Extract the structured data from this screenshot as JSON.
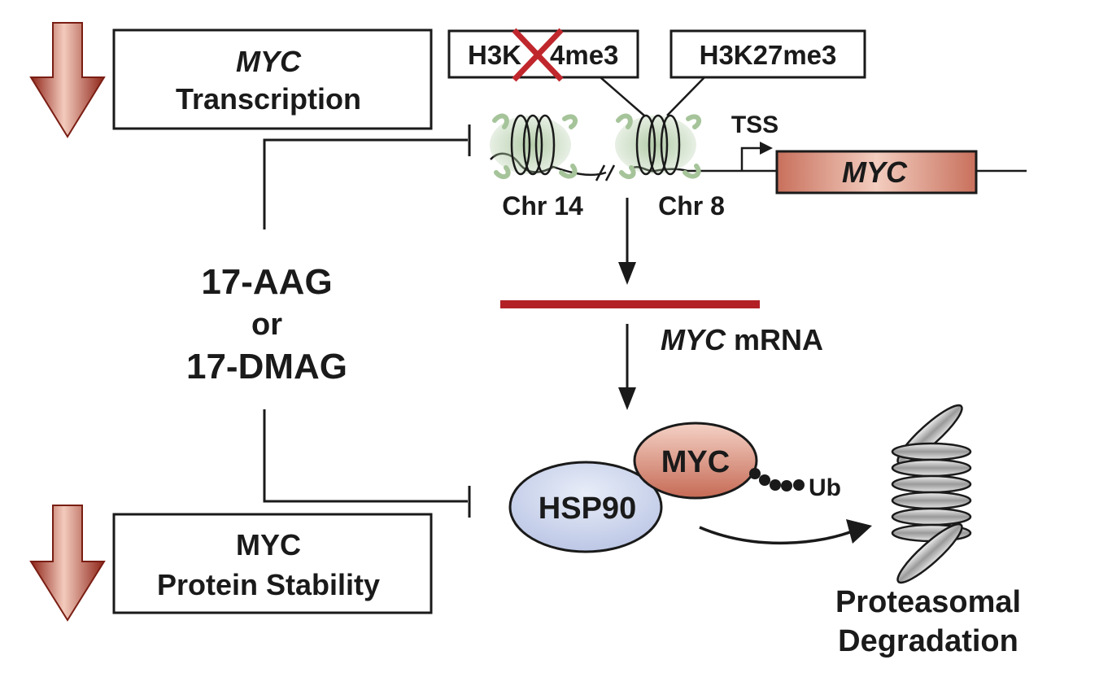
{
  "colors": {
    "arrow_red": "#b33a2a",
    "mrna_red": "#b22025",
    "x_mark": "#c0272d",
    "myc_fill": "#d98a78",
    "hsp90_fill": "#c5cfea",
    "histone_green": "#a6c49a",
    "proteasome_gray": "#bdbdbd"
  },
  "icons": {
    "down_arrows": "red-down-arrow",
    "nucleosome": "nucleosome-icon",
    "proteasome": "proteasome-icon"
  },
  "top_box": {
    "line1": "MYC",
    "line2": "Transcription"
  },
  "bottom_box": {
    "line1": "MYC",
    "line2": "Protein Stability"
  },
  "drug": {
    "line1": "17-AAG",
    "line2": "or",
    "line3": "17-DMAG"
  },
  "marks": {
    "h3k4me3_left": "H3K",
    "h3k4me3_right": "4me3",
    "h3k27me3": "H3K27me3"
  },
  "chromatin": {
    "tss": "TSS",
    "chr14": "Chr 14",
    "chr8": "Chr 8",
    "gene": "MYC"
  },
  "mrna": {
    "gene": "MYC",
    "suffix": " mRNA"
  },
  "protein": {
    "myc": "MYC",
    "hsp90": "HSP90",
    "ub": "Ub"
  },
  "proteasome": {
    "line1": "Proteasomal",
    "line2": "Degradation"
  }
}
